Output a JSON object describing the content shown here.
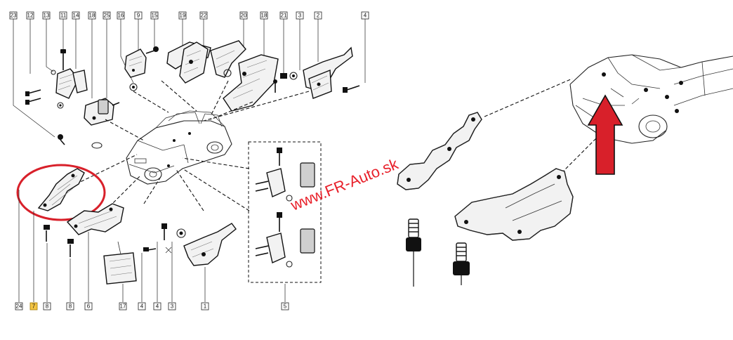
{
  "diagram": {
    "watermark": "www.FR-Auto.sk",
    "top_labels": [
      "23",
      "12",
      "13",
      "11",
      "14",
      "18",
      "25",
      "16",
      "9",
      "15",
      "19",
      "22",
      "20",
      "18",
      "21",
      "3",
      "2",
      "4"
    ],
    "bottom_labels": [
      "24",
      "7",
      "8",
      "8",
      "6",
      "17",
      "4",
      "4",
      "3",
      "1",
      "5"
    ],
    "highlighted_label": "7",
    "colors": {
      "highlight_box": "#f4c542",
      "circle": "#d8202a",
      "arrow": "#d8202a",
      "watermark": "#e8202a"
    }
  }
}
